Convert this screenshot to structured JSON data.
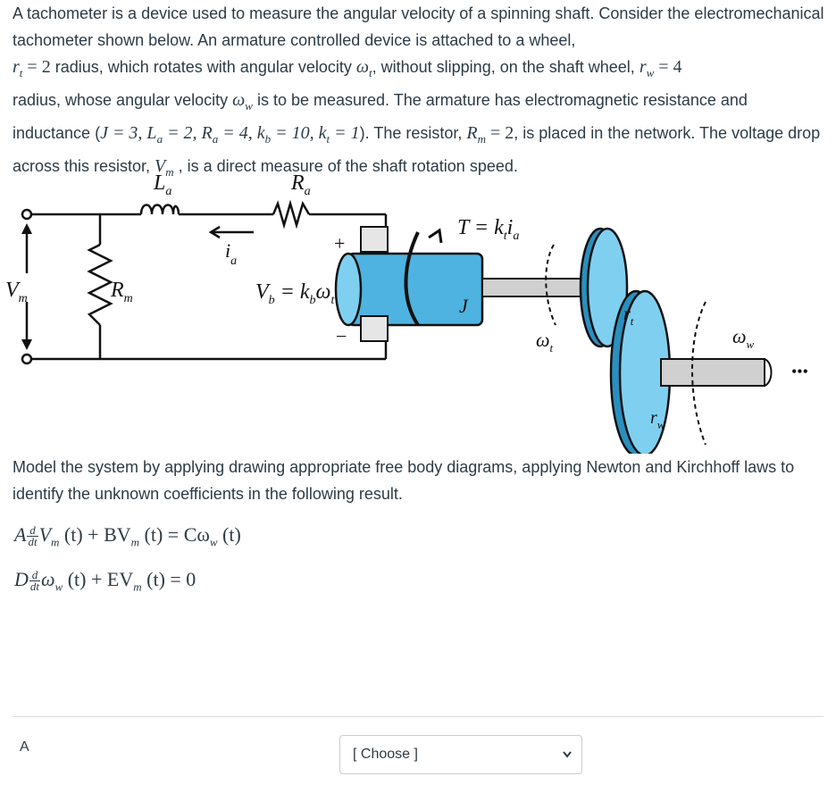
{
  "question": {
    "intro": {
      "s1": "A tachometer is a device used to measure the angular velocity of a spinning shaft.  Consider the electromechanical tachometer shown below.  An armature controlled device is attached to a wheel,",
      "rt": "r",
      "rt_sub": "t",
      "rt_val": " = 2",
      "s2": " radius, which rotates with angular velocity ",
      "wt": "ω",
      "wt_sub": "t",
      "s3": ", without slipping, on the shaft wheel, ",
      "rw": "r",
      "rw_sub": "w",
      "rw_val": " = 4",
      "s4": "radius, whose angular velocity ",
      "ww": "ω",
      "ww_sub": "w",
      "s5": " is to be measured.  The armature has electromagnetic resistance and inductance (",
      "params": "J = 3, L",
      "params2": " = 2, R",
      "params3": " = 4, k",
      "params4": " = 10, k",
      "params5": " = 1",
      "s6": ").  The resistor, ",
      "rm": "R",
      "rm_sub": "m",
      "rm_val": " = 2",
      "s7": ", is placed in the network.  The voltage drop across this resistor, ",
      "vm": "V",
      "vm_sub": "m",
      "s8": " , is a direct measure of the shaft rotation speed."
    },
    "diagram": {
      "La": "L",
      "La_sub": "a",
      "Ra": "R",
      "Ra_sub": "a",
      "ia": "i",
      "ia_sub": "a",
      "Vm": "V",
      "Vm_sub": "m",
      "Rm": "R",
      "Rm_sub": "m",
      "Vb": "V",
      "Vb_sub": "b",
      "Vb_eq": " = k",
      "Vb_k_sub": "b",
      "Vb_w": "ω",
      "Vb_w_sub": "t",
      "T": "T = k",
      "T_sub": "t",
      "T_i": "i",
      "T_i_sub": "a",
      "J": "J",
      "plus": "+",
      "minus": "−",
      "wt": "ω",
      "wt_sub": "t",
      "rt": "r",
      "rt_sub": "t",
      "rw": "r",
      "rw_sub": "w",
      "ww": "ω",
      "ww_sub": "w",
      "dots": "•••"
    },
    "instruction": "Model the system by applying drawing appropriate free body diagrams, applying Newton and Kirchhoff laws to identify the unknown coefficients in the following result.",
    "eq1": {
      "A": "A",
      "d": "d",
      "dt": "dt",
      "lhs": "V",
      "lhs_sub": "m",
      "mid": " (t) + BV",
      "mid_sub": "m",
      "rhs": " (t) = Cω",
      "rhs_sub": "w",
      "end": " (t)"
    },
    "eq2": {
      "D": "D",
      "d": "d",
      "dt": "dt",
      "lhs": "ω",
      "lhs_sub": "w",
      "mid": " (t) + EV",
      "mid_sub": "m",
      "end": " (t) = 0"
    }
  },
  "answer": {
    "label": "A",
    "select_placeholder": "[ Choose ]"
  },
  "colors": {
    "text": "#2d3b45",
    "blue": "#4eb3e0",
    "blue_dark": "#2a8fbf",
    "divider": "#dadde0"
  }
}
